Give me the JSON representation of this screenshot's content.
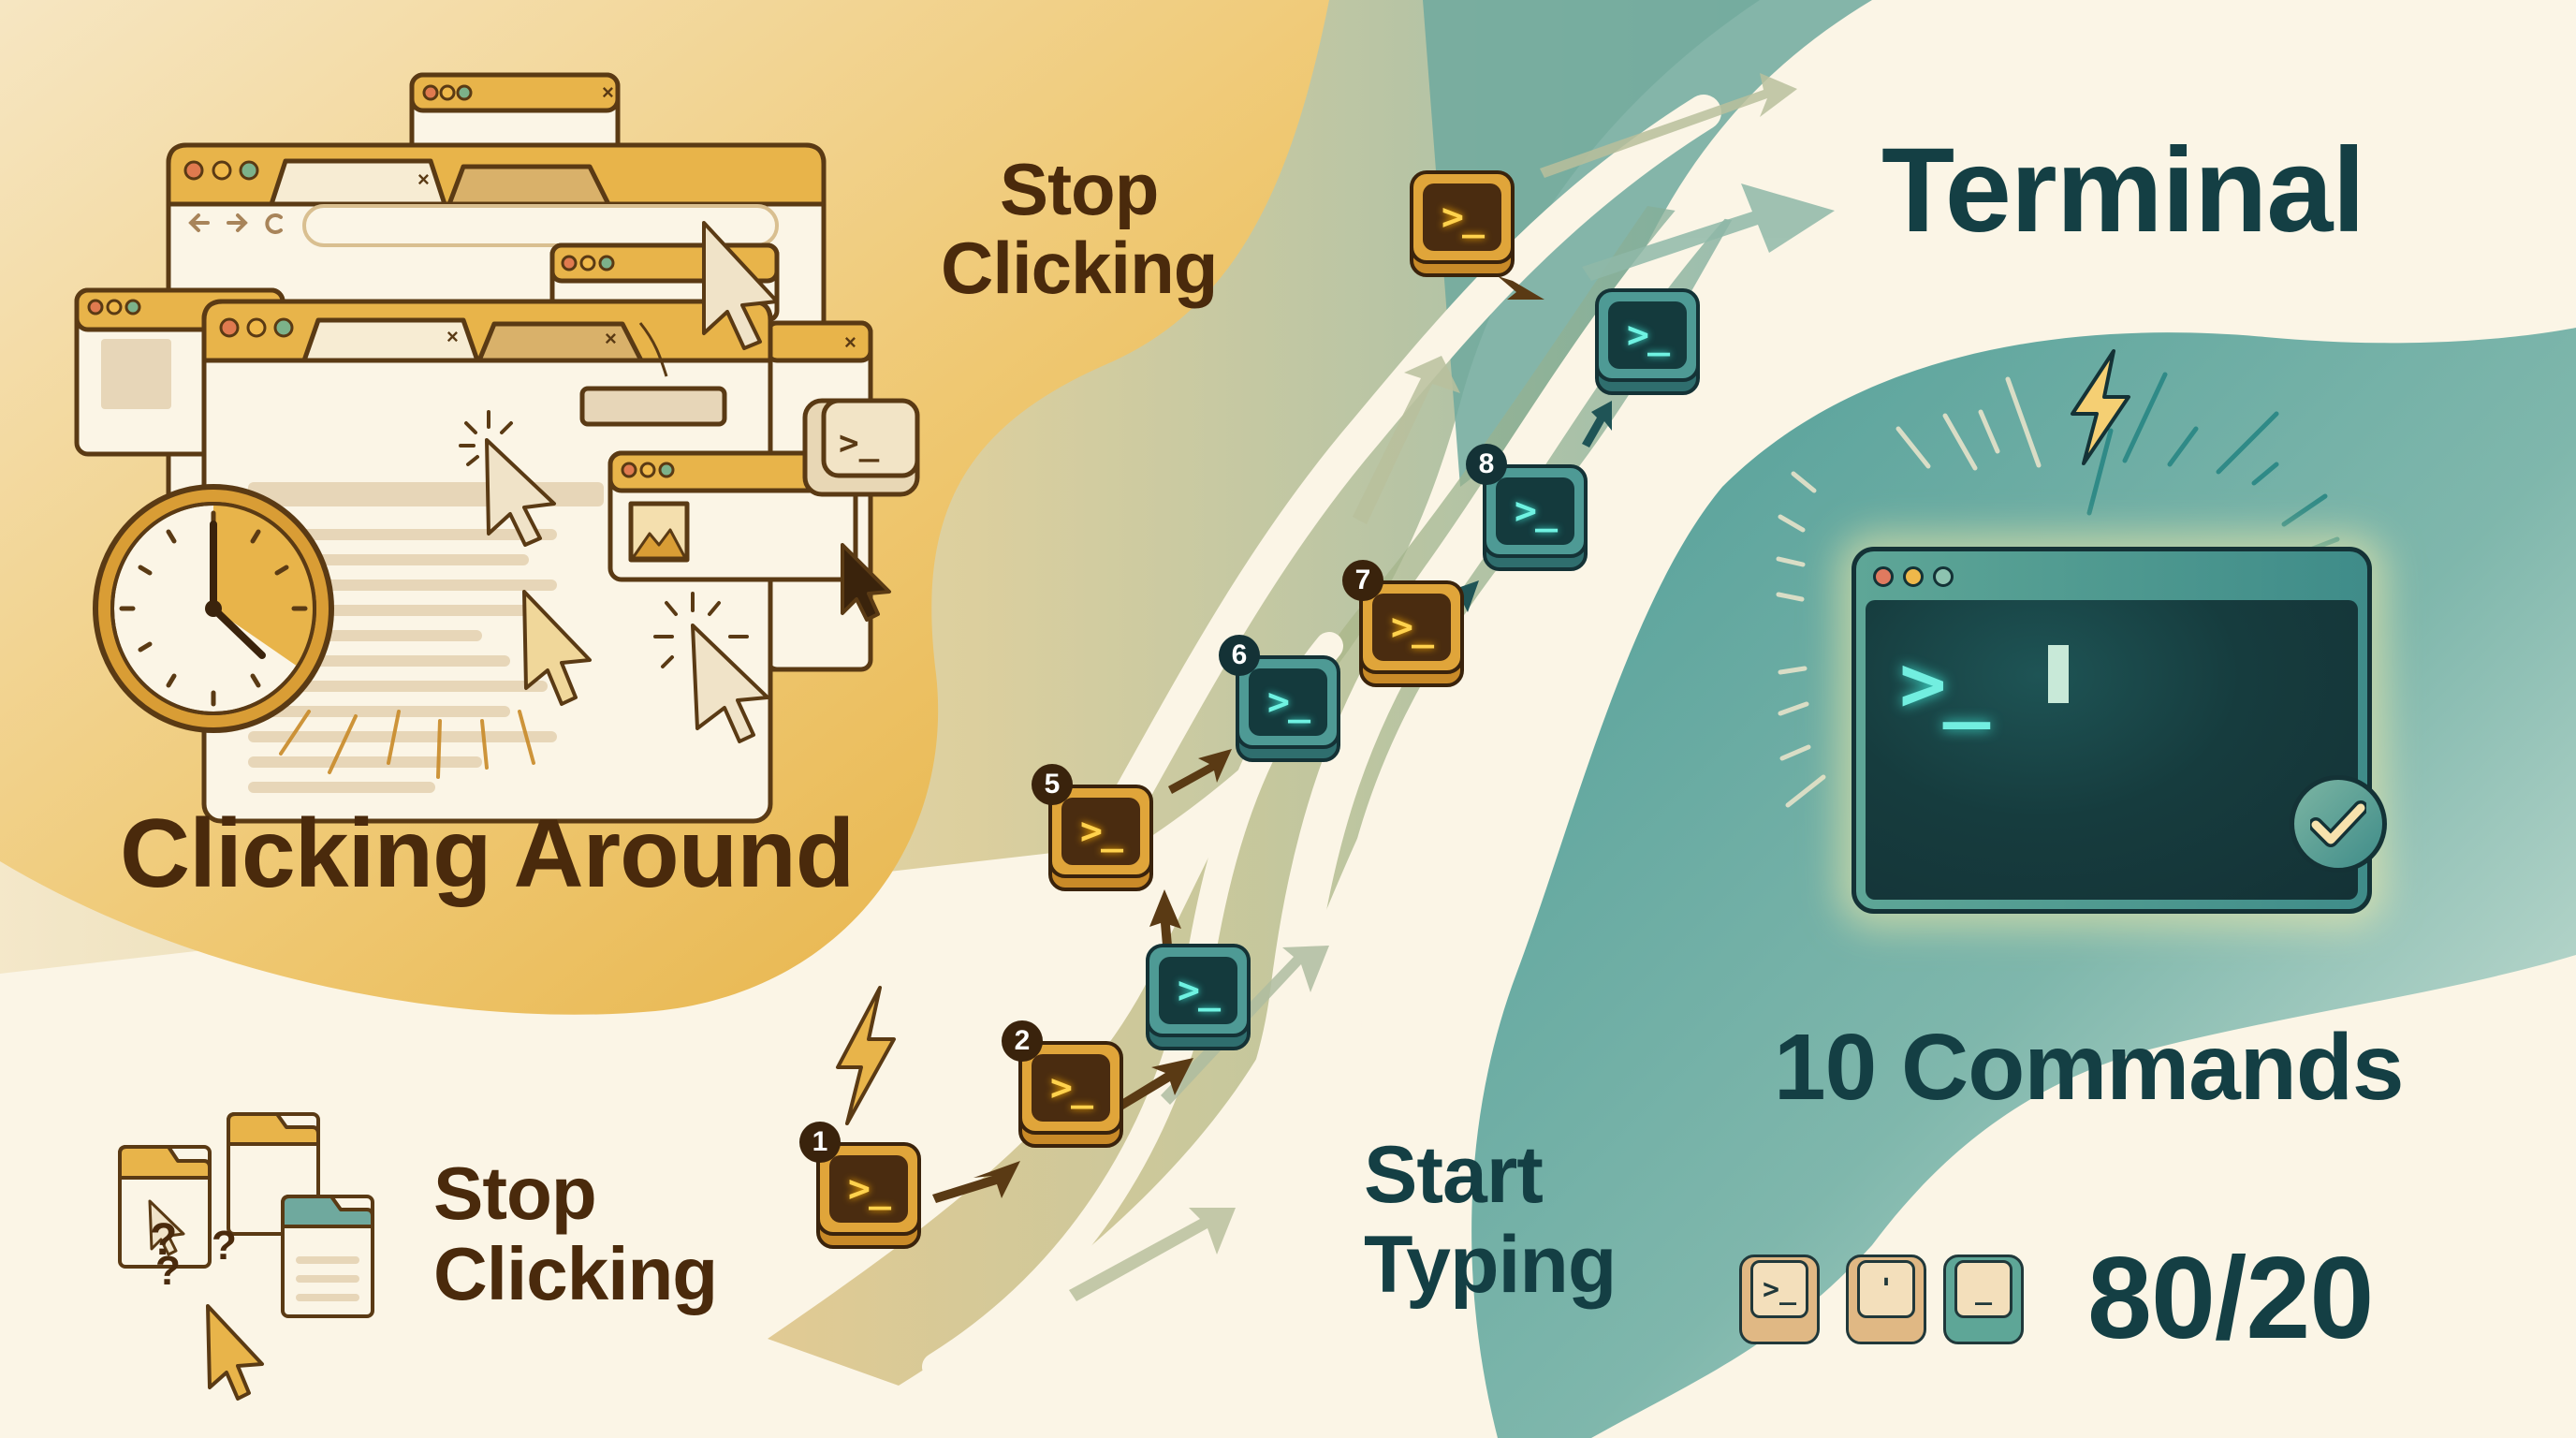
{
  "colors": {
    "background_cream": "#fbf5e6",
    "ochre": "#e8b44a",
    "ochre_dark": "#c98a28",
    "brown_text": "#4a2a0c",
    "teal": "#4e9a95",
    "teal_dark": "#143f44",
    "terminal_glow": "#72eee0",
    "amber_glow": "#ffd24d"
  },
  "left_panel": {
    "heading": "Clicking Around",
    "top_label": "Stop\nClicking",
    "bottom_label": "Stop\nClicking",
    "illustrations": [
      "browser-windows-cluster",
      "clock-icon",
      "mouse-cursor-icons",
      "folder-icons",
      "question-marks"
    ]
  },
  "path": {
    "label": "Start\nTyping",
    "steps": [
      {
        "num": "1",
        "style": "amber",
        "glyph": ">_"
      },
      {
        "num": "2",
        "style": "amber",
        "glyph": ">_"
      },
      {
        "num": "",
        "style": "teal",
        "glyph": ">_"
      },
      {
        "num": "",
        "style": "amber",
        "glyph": ">_"
      },
      {
        "num": "5",
        "style": "amber",
        "glyph": ">_"
      },
      {
        "num": "6",
        "style": "teal",
        "glyph": ">_"
      },
      {
        "num": "7",
        "style": "amber",
        "glyph": ">_"
      },
      {
        "num": "8",
        "style": "teal",
        "glyph": ">_"
      },
      {
        "num": "",
        "style": "teal",
        "glyph": ">_"
      },
      {
        "num": "",
        "style": "amber",
        "glyph": ">_"
      }
    ]
  },
  "right_panel": {
    "title": "Terminal",
    "terminal_prompt": ">_",
    "commands_label": "10 Commands",
    "ratio_label": "80/20",
    "keycaps": [
      {
        "glyph": ">_",
        "color": "#e0b884"
      },
      {
        "glyph": "'",
        "color": "#e0b884"
      },
      {
        "glyph": "_",
        "color": "#5ea697"
      }
    ]
  }
}
